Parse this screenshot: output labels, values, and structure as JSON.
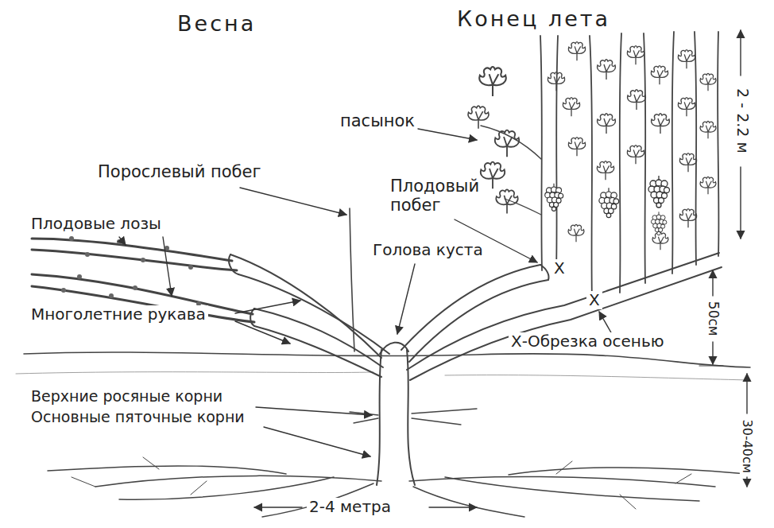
{
  "diagram": {
    "labels": [
      "Весна",
      "Конец лета",
      "пасынок",
      "Порослевый побег",
      "Плодовый побег",
      "Плодовые лозы",
      "Голова куста",
      "Многолетние рукава",
      "Х-Обрезка осенью",
      "Верхние росяные корни",
      "Основные пяточные корни",
      "2 - 2.2 м",
      "50см",
      "30-40см",
      "2-4 метра",
      "Х",
      "Х"
    ]
  }
}
